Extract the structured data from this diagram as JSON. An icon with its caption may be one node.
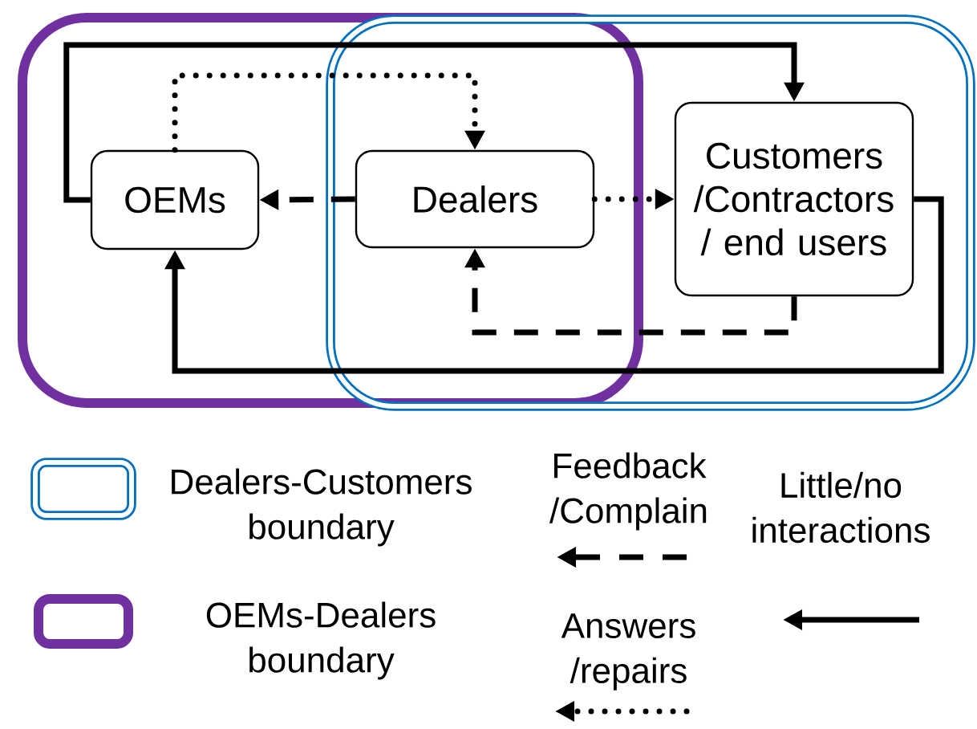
{
  "diagram": {
    "nodes": [
      {
        "text": [
          "OEMs"
        ]
      },
      {
        "text": [
          "Dealers"
        ]
      },
      {
        "text": [
          "Customers /Contractors / end users"
        ]
      }
    ],
    "edges": [
      {
        "from": 0,
        "to": 2,
        "arrow": "to"
      },
      {
        "from": 0,
        "to": 1,
        "arrow": "to",
        "style": "dashed"
      },
      {
        "from": 1,
        "to": 0,
        "arrow": "to",
        "style": "dashed"
      },
      {
        "from": 1,
        "to": 2,
        "arrow": "to",
        "style": "dashed"
      },
      {
        "from": 2,
        "to": 1,
        "arrow": "to",
        "style": "dashed"
      },
      {
        "from": 2,
        "to": 0,
        "arrow": "to"
      }
    ],
    "legend": [
      {
        "text": "Dealers-Customers boundary"
      },
      {
        "text": "Feedback /Complain"
      },
      {
        "text": "Little/no interactions"
      },
      {
        "text": "OEMs-Dealers boundary"
      },
      {
        "text": "Answers /repairs"
      }
    ]
  }
}
